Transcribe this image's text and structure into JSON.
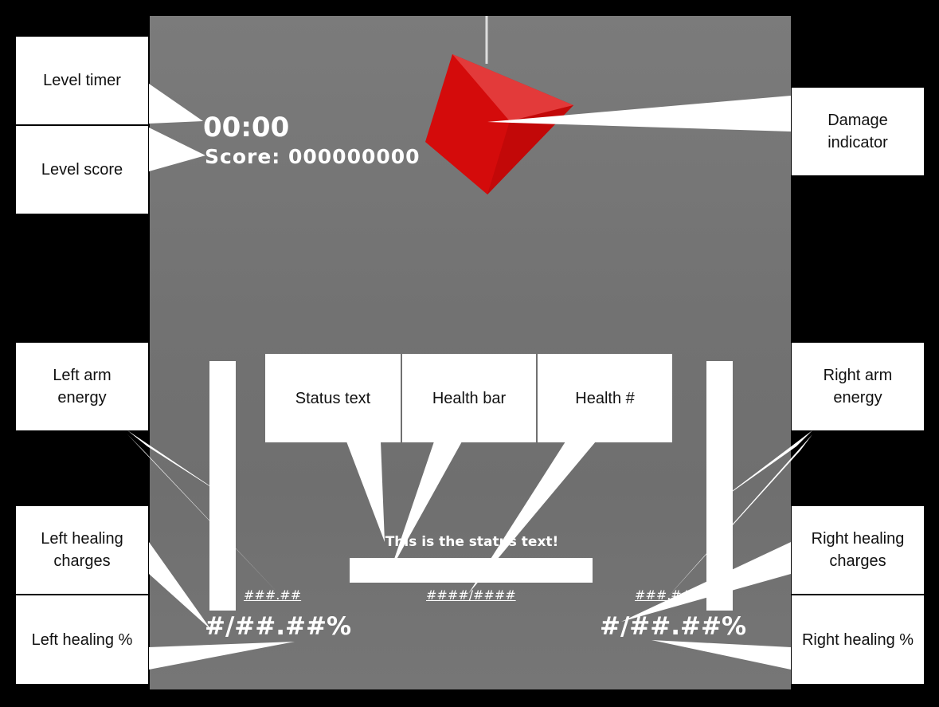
{
  "hud": {
    "timer": "00:00",
    "score": "Score: 000000000",
    "status_text": "This is the status text!",
    "left_charges": "###.##",
    "right_charges": "###.##",
    "health_number": "####/####",
    "left_healing_pct": "#/##.##%",
    "right_healing_pct": "#/##.##%"
  },
  "labels": {
    "level_timer": "Level timer",
    "level_score": "Level score",
    "damage_indicator": "Damage indicator",
    "left_arm_energy": "Left arm energy",
    "right_arm_energy": "Right arm energy",
    "status_text": "Status text",
    "health_bar": "Health bar",
    "health_num": "Health #",
    "left_healing_charges": "Left healing charges",
    "right_healing_charges": "Right healing charges",
    "left_healing_pct": "Left healing %",
    "right_healing_pct": "Right healing %"
  },
  "colors": {
    "damage_indicator": "#d20a0a",
    "background": "#777777"
  }
}
